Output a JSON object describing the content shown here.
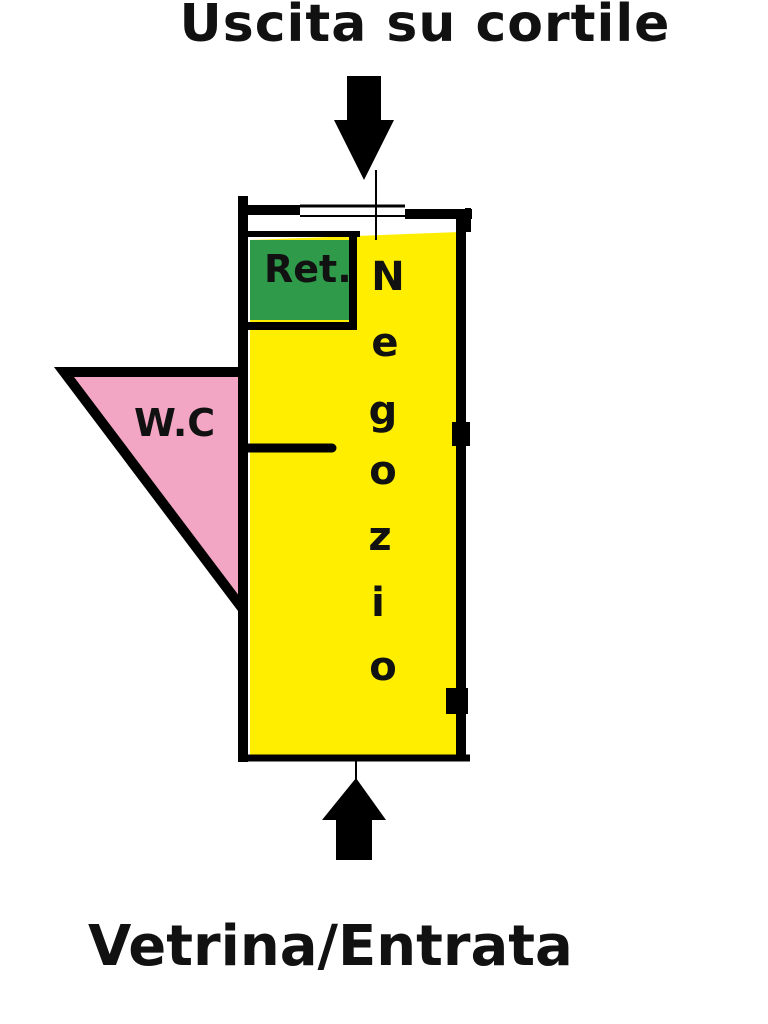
{
  "labels": {
    "top": "Uscita su cortile",
    "bottom": "Vetrina/Entrata"
  },
  "rooms": {
    "ret": {
      "label": "Ret.",
      "color": "#2e9a4a"
    },
    "wc": {
      "label": "W.C",
      "color": "#f3a6c3"
    },
    "negozio": {
      "label": "Negozio",
      "letters": [
        "N",
        "e",
        "g",
        "o",
        "z",
        "i",
        "o"
      ],
      "color": "#ffee00"
    }
  },
  "icons": {
    "top": "arrow-down-icon",
    "bottom": "arrow-up-icon"
  },
  "colors": {
    "wall": "#000000",
    "text": "#111111"
  }
}
